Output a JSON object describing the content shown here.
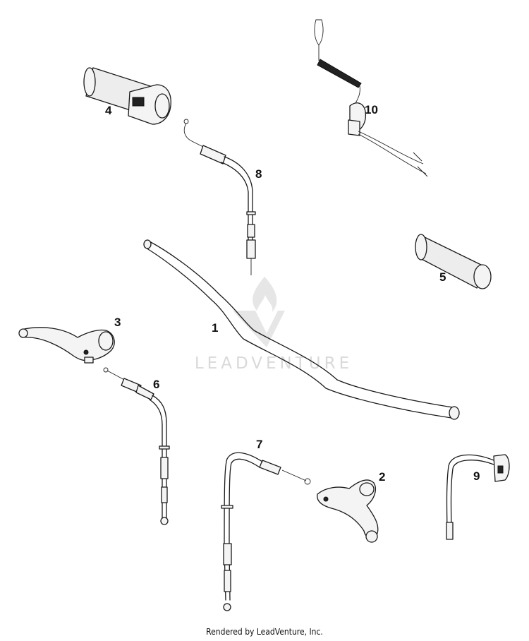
{
  "watermark": {
    "brand": "LEADVENTURE"
  },
  "footer": {
    "credit": "Rendered by LeadVenture, Inc."
  },
  "callouts": {
    "handlebar": "1",
    "clutch_lever": "2",
    "brake_lever": "3",
    "throttle_grip": "4",
    "left_grip": "5",
    "cable_6": "6",
    "cable_7": "7",
    "throttle_cable": "8",
    "kill_switch": "9",
    "tether_switch": "10"
  }
}
